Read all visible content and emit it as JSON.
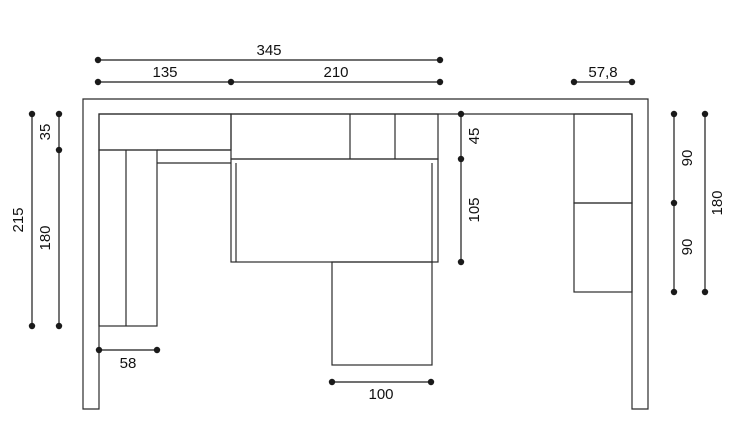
{
  "dimensions": {
    "total_width": "345",
    "left_width": "135",
    "right_width": "210",
    "right_unit_width": "57,8",
    "total_height_left": "215",
    "top_shelf_height": "35",
    "left_unit_height": "180",
    "mid_top_height": "45",
    "mid_body_height": "105",
    "right_upper_height": "90",
    "right_lower_height": "90",
    "right_total_height": "180",
    "left_column_width": "58",
    "drawer_width": "100"
  }
}
